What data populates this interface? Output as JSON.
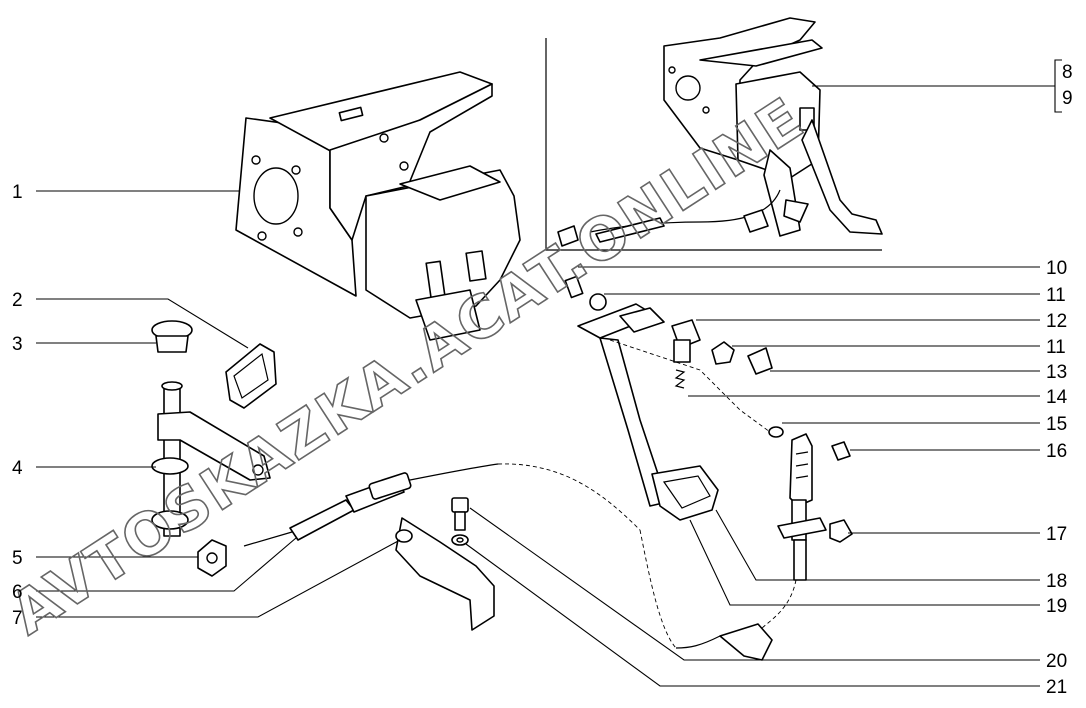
{
  "watermark": "AVTOSKAZKA.ACAT.ONLINE",
  "callouts": {
    "c1": "1",
    "c2": "2",
    "c3": "3",
    "c4": "4",
    "c5": "5",
    "c6": "6",
    "c7": "7",
    "c8": "8",
    "c9": "9",
    "c10": "10",
    "c11a": "11",
    "c12": "12",
    "c11b": "11",
    "c13": "13",
    "c14": "14",
    "c15": "15",
    "c16": "16",
    "c17": "17",
    "c18": "18",
    "c19": "19",
    "c20": "20",
    "c21": "21"
  }
}
